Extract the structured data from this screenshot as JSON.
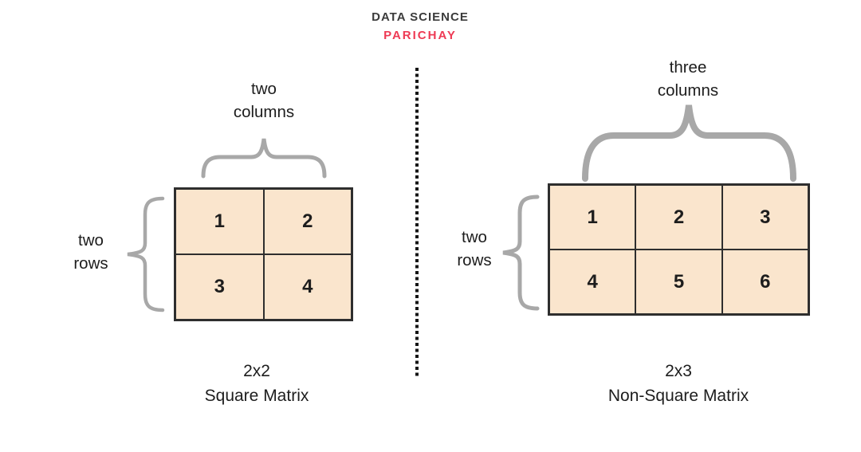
{
  "header": {
    "line1": "DATA SCIENCE",
    "line2": "PARICHAY"
  },
  "left": {
    "columns_label": "two\ncolumns",
    "rows_label": "two\nrows",
    "matrix": {
      "rows": 2,
      "cols": 2,
      "cells": [
        [
          "1",
          "2"
        ],
        [
          "3",
          "4"
        ]
      ]
    },
    "caption_size": "2x2",
    "caption_type": "Square Matrix"
  },
  "right": {
    "columns_label": "three\ncolumns",
    "rows_label": "two\nrows",
    "matrix": {
      "rows": 2,
      "cols": 3,
      "cells": [
        [
          "1",
          "2",
          "3"
        ],
        [
          "4",
          "5",
          "6"
        ]
      ]
    },
    "caption_size": "2x3",
    "caption_type": "Non-Square Matrix"
  },
  "colors": {
    "cell_fill": "#fae5cd",
    "cell_border": "#2e2e2e",
    "brace": "#a8a8a8",
    "text": "#1d1d1d",
    "brand_accent": "#ee3a54",
    "divider": "#151515"
  }
}
